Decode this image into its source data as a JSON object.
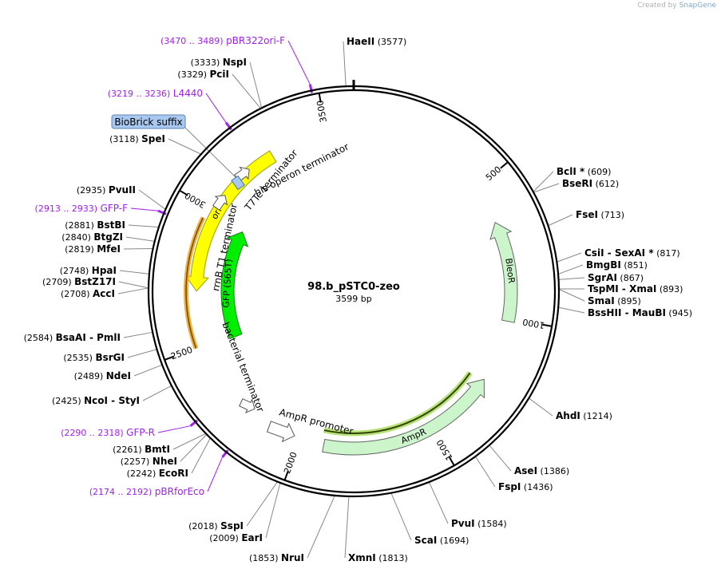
{
  "credit": {
    "prefix": "Created by",
    "brand": "SnapGene"
  },
  "plasmid": {
    "name": "98.b_pSTC0-zeo",
    "size_label": "3599 bp",
    "length": 3599
  },
  "colors": {
    "backbone": "#000000",
    "ori": "#ffff00",
    "ori_stroke": "#9a9a00",
    "marker": "#ccf5cc",
    "marker_stroke": "#666666",
    "gfp": "#00ee00",
    "primer": "#a020f0",
    "feature_blue": "#a8c8ef",
    "terminator_fill": "#ffffff",
    "primer_highlight": "#f0b040"
  },
  "ticks": [
    {
      "label": "500",
      "bp": 500
    },
    {
      "label": "1000",
      "bp": 1000
    },
    {
      "label": "1500",
      "bp": 1500
    },
    {
      "label": "2000",
      "bp": 2000
    },
    {
      "label": "2500",
      "bp": 2500
    },
    {
      "label": "3000",
      "bp": 3000
    },
    {
      "label": "3500",
      "bp": 3500
    }
  ],
  "features": [
    {
      "name": "ori",
      "type": "arrow",
      "start": 3290,
      "end": 2700,
      "dir": -1,
      "ring": "outer",
      "label": "ori"
    },
    {
      "name": "BleoR",
      "type": "arrow",
      "start": 1010,
      "end": 640,
      "dir": -1,
      "ring": "outer",
      "label": "BleoR"
    },
    {
      "name": "AmpR",
      "type": "arrow",
      "start": 1910,
      "end": 1240,
      "dir": -1,
      "ring": "outer",
      "label": "AmpR"
    },
    {
      "name": "GFP (S65T)",
      "type": "arrow",
      "start": 2490,
      "end": 2980,
      "dir": 1,
      "ring": "inner",
      "label": "GFP (S65T)"
    }
  ],
  "feature_labels": [
    {
      "text": "his operon terminator"
    },
    {
      "text": "T7Te terminator"
    },
    {
      "text": "rrnB T1 terminator"
    },
    {
      "text": "bacterial terminator"
    },
    {
      "text": "AmpR promoter"
    }
  ],
  "sites_right": [
    {
      "name": "HaeII",
      "pos": "(3577)"
    },
    {
      "name": "BclI *",
      "pos": "(609)"
    },
    {
      "name": "BseRI",
      "pos": "(612)"
    },
    {
      "name": "FseI",
      "pos": "(713)"
    },
    {
      "name": "CsiI",
      "name2": "SexAI *",
      "pos": "(817)"
    },
    {
      "name": "BmgBI",
      "pos": "(851)"
    },
    {
      "name": "SgrAI",
      "pos": "(867)"
    },
    {
      "name": "TspMI",
      "name2": "XmaI",
      "pos": "(893)"
    },
    {
      "name": "SmaI",
      "pos": "(895)"
    },
    {
      "name": "BssHII",
      "name2": "MauBI",
      "pos": "(945)"
    },
    {
      "name": "AhdI",
      "pos": "(1214)"
    },
    {
      "name": "AseI",
      "pos": "(1386)"
    },
    {
      "name": "FspI",
      "pos": "(1436)"
    },
    {
      "name": "PvuI",
      "pos": "(1584)"
    },
    {
      "name": "ScaI",
      "pos": "(1694)"
    },
    {
      "name": "XmnI",
      "pos": "(1813)"
    }
  ],
  "sites_left": [
    {
      "name": "NspI",
      "pos": "(3333)"
    },
    {
      "name": "PciI",
      "pos": "(3329)"
    },
    {
      "name": "SpeI",
      "pos": "(3118)"
    },
    {
      "name": "PvuII",
      "pos": "(2935)"
    },
    {
      "name": "BstBI",
      "pos": "(2881)"
    },
    {
      "name": "BtgZI",
      "pos": "(2840)"
    },
    {
      "name": "MfeI",
      "pos": "(2819)"
    },
    {
      "name": "HpaI",
      "pos": "(2748)"
    },
    {
      "name": "BstZ17I",
      "pos": "(2709)"
    },
    {
      "name": "AccI",
      "pos": "(2708)"
    },
    {
      "name": "BsaAI",
      "name2": "PmlI",
      "pos": "(2584)"
    },
    {
      "name": "BsrGI",
      "pos": "(2535)"
    },
    {
      "name": "NdeI",
      "pos": "(2489)"
    },
    {
      "name": "NcoI",
      "name2": "StyI",
      "pos": "(2425)"
    },
    {
      "name": "BmtI",
      "pos": "(2261)"
    },
    {
      "name": "NheI",
      "pos": "(2257)"
    },
    {
      "name": "EcoRI",
      "pos": "(2242)"
    },
    {
      "name": "SspI",
      "pos": "(2018)"
    },
    {
      "name": "EarI",
      "pos": "(2009)"
    },
    {
      "name": "NruI",
      "pos": "(1853)"
    }
  ],
  "primers": [
    {
      "range": "(3470 .. 3489)",
      "name": "pBR322ori-F"
    },
    {
      "range": "(3219 .. 3236)",
      "name": "L4440"
    },
    {
      "range": "(2913 .. 2933)",
      "name": "GFP-F"
    },
    {
      "range": "(2290 .. 2318)",
      "name": "GFP-R"
    },
    {
      "range": "(2174 .. 2192)",
      "name": "pBRforEco"
    }
  ],
  "biobrick": {
    "label": "BioBrick suffix"
  }
}
